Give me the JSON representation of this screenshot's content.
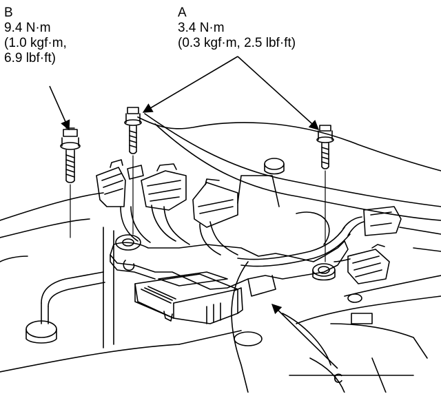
{
  "callouts": {
    "b": {
      "letter": "B",
      "torque_nm": "9.4 N·m",
      "torque_kgfm": "(1.0 kgf·m,",
      "torque_lbfft": "6.9 lbf·ft)"
    },
    "a": {
      "letter": "A",
      "torque_nm": "3.4 N·m",
      "torque_imperial": "(0.3 kgf·m, 2.5 lbf·ft)"
    },
    "c": {
      "letter": "C"
    }
  },
  "colors": {
    "line": "#000000",
    "background": "#ffffff"
  },
  "icons": [
    "bolt-icon",
    "arrow-icon",
    "connector-icon"
  ]
}
